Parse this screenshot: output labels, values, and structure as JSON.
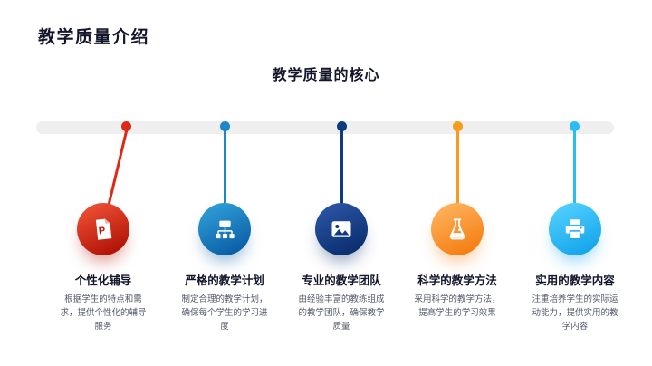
{
  "page": {
    "title": "教学质量介绍",
    "subtitle": "教学质量的核心"
  },
  "colors": {
    "background": "#ffffff",
    "title_text": "#13162a",
    "body_text": "#53586a",
    "timeline_bar": "#efefef",
    "item_colors": [
      "#c21807",
      "#1d87c9",
      "#0d3b80",
      "#f89a1c",
      "#29bdf6"
    ]
  },
  "timeline": {
    "items": [
      {
        "icon": "ppt-file-icon",
        "color": "#c21807",
        "title": "个性化辅导",
        "desc": "根据学生的特点和需求，提供个性化的辅导服务"
      },
      {
        "icon": "sitemap-icon",
        "color": "#1d87c9",
        "title": "严格的教学计划",
        "desc": "制定合理的教学计划，确保每个学生的学习进度"
      },
      {
        "icon": "image-icon",
        "color": "#0d3b80",
        "title": "专业的教学团队",
        "desc": "由经验丰富的教练组成的教学团队，确保教学质量"
      },
      {
        "icon": "flask-icon",
        "color": "#f89a1c",
        "title": "科学的教学方法",
        "desc": "采用科学的教学方法，提高学生的学习效果"
      },
      {
        "icon": "printer-icon",
        "color": "#29bdf6",
        "title": "实用的教学内容",
        "desc": "注重培养学生的实际运动能力，提供实用的教学内容"
      }
    ]
  }
}
